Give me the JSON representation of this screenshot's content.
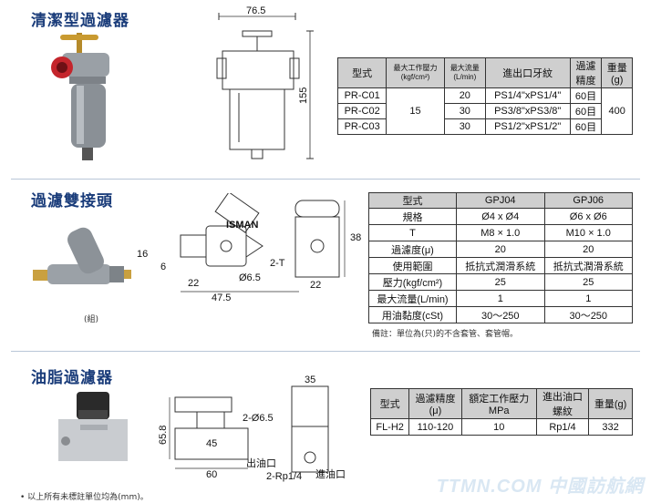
{
  "sections": {
    "s1": {
      "title": "清潔型過濾器"
    },
    "s2": {
      "title": "過濾雙接頭",
      "photo_caption": "(組)"
    },
    "s3": {
      "title": "油脂過濾器"
    }
  },
  "dims": {
    "s1": {
      "width": "76.5",
      "height": "155"
    },
    "s2": {
      "d16": "16",
      "d6": "6",
      "d22a": "22",
      "d475": "47.5",
      "d65": "Ø6.5",
      "t2": "2-T",
      "d38": "38",
      "d22b": "22"
    },
    "s3": {
      "d35": "35",
      "d658": "65.8",
      "d45": "45",
      "d60": "60",
      "hole": "2-Ø6.5",
      "out": "出油口",
      "rp": "2-Rp1/4",
      "in": "進油口"
    }
  },
  "table1": {
    "headers": [
      "型式",
      "最大工作壓力",
      "(kgf/cm²)",
      "最大流量",
      "(L/min)",
      "進出口牙紋",
      "過濾",
      "精度",
      "重量",
      "(g)"
    ],
    "rows": [
      {
        "model": "PR-C01",
        "flow": "20",
        "thread": "PS1/4\"xPS1/4\"",
        "precision": "60目"
      },
      {
        "model": "PR-C02",
        "flow": "30",
        "thread": "PS3/8\"xPS3/8\"",
        "precision": "60目"
      },
      {
        "model": "PR-C03",
        "flow": "30",
        "thread": "PS1/2\"xPS1/2\"",
        "precision": "60目"
      }
    ],
    "pressure": "15",
    "weight": "400"
  },
  "table2": {
    "col_header": "型式",
    "models": [
      "GPJ04",
      "GPJ06"
    ],
    "rows": [
      {
        "label": "規格",
        "a": "Ø4 x Ø4",
        "b": "Ø6 x Ø6"
      },
      {
        "label": "T",
        "a": "M8 × 1.0",
        "b": "M10 × 1.0"
      },
      {
        "label": "過濾度(μ)",
        "a": "20",
        "b": "20"
      },
      {
        "label": "使用範圍",
        "a": "抵抗式潤滑系統",
        "b": "抵抗式潤滑系統"
      },
      {
        "label": "壓力(kgf/cm²)",
        "a": "25",
        "b": "25"
      },
      {
        "label": "最大流量(L/min)",
        "a": "1",
        "b": "1"
      },
      {
        "label": "用油黏度(cSt)",
        "a": "30～250",
        "b": "30～250"
      }
    ],
    "note": "備註：單位為(只)的不含套管、套管帽。"
  },
  "table3": {
    "headers": [
      "型式",
      "過濾精度",
      "(μ)",
      "額定工作壓力",
      "MPa",
      "進出油口",
      "螺紋",
      "重量(g)"
    ],
    "row": {
      "model": "FL-H2",
      "precision": "110-120",
      "pressure": "10",
      "thread": "Rp1/4",
      "weight": "332"
    }
  },
  "footnote": "• 以上所有未標註單位均為(mm)。",
  "watermark": "TTMN.COM 中國訪航網"
}
